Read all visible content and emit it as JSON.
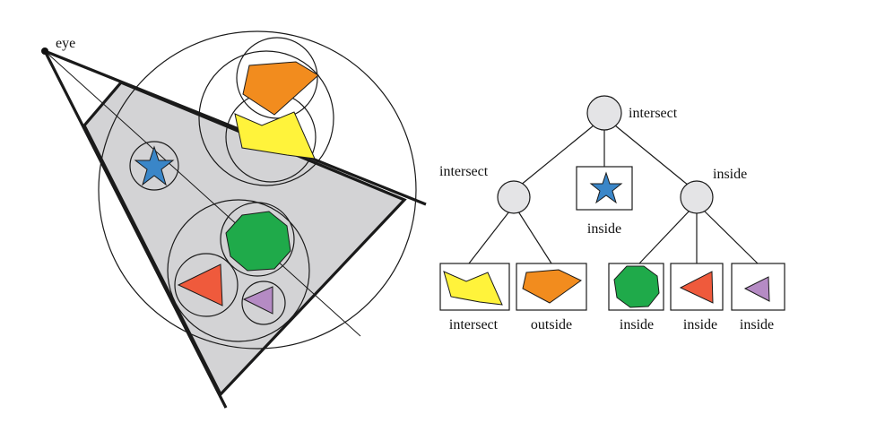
{
  "scene": {
    "eye_label": "eye"
  },
  "tree": {
    "root": {
      "label": "intersect"
    },
    "left": {
      "label": "intersect"
    },
    "middle": {
      "label": "inside"
    },
    "right": {
      "label": "inside"
    },
    "leaves": [
      {
        "shape": "yellow-polygon",
        "label": "intersect"
      },
      {
        "shape": "orange-polygon",
        "label": "outside"
      },
      {
        "shape": "green-octagon",
        "label": "inside"
      },
      {
        "shape": "red-triangle",
        "label": "inside"
      },
      {
        "shape": "purple-triangle",
        "label": "inside"
      }
    ]
  },
  "colors": {
    "frustum_fill": "#d3d3d5",
    "node_fill": "#e4e4e6",
    "orange": "#f28c1e",
    "yellow": "#fff33b",
    "blue": "#3a86c8",
    "green": "#1faa4a",
    "red": "#ef5a3c",
    "purple": "#b58bc4"
  }
}
